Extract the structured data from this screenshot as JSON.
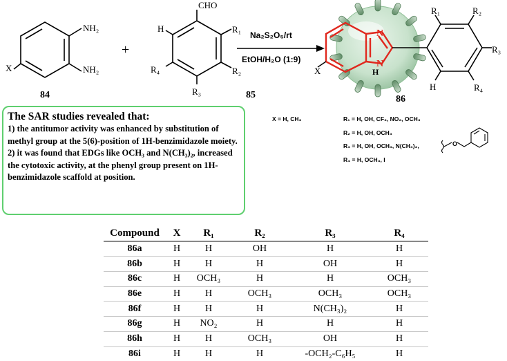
{
  "reaction": {
    "plus": "+",
    "reagent": "Na₂S₂O₅/rt",
    "solvent": "EtOH/H₂O (1:9)",
    "compound_labels": [
      "84",
      "85",
      "86"
    ],
    "sm1_labels": {
      "amine_top": "NH₂",
      "amine_bottom": "NH₂",
      "x": "X"
    },
    "sm2_labels": {
      "cho": "CHO",
      "h": "H",
      "r1": "R₁",
      "r2": "R₂",
      "r3": "R₃",
      "r4": "R₄"
    },
    "product_labels": {
      "n": "N",
      "nh": "N",
      "h_on_n": "H",
      "x": "X",
      "r1": "R₁",
      "r2": "R₂",
      "r3": "R₃",
      "r4": "R₄",
      "h": "H"
    }
  },
  "substituents": {
    "x": "X = H, CH₃",
    "r1": "R₁ = H, OH, CF₃, NO₂, OCH₃",
    "r2": "R₂ = H, OH, OCH₃",
    "r3": "R₃ = H, OH, OCH₃, N(CH₃)₂,",
    "r3_o": "O",
    "r4": "R₄ = H, OCH₃, I"
  },
  "sar": {
    "title": "The SAR studies revealed that:",
    "points": [
      "1) the antitumor activity was enhanced by substitution of methyl group at the 5(6)-position of 1H-benzimidazole moiety.",
      "2) it was found that EDGs like OCH₃ and N(CH₃)₂, increased the cytotoxic activity, at the phenyl group present on 1H-benzimidazole scaffold at position."
    ]
  },
  "table": {
    "headers": [
      "Compound",
      "X",
      "R₁",
      "R₂",
      "R₃",
      "R₄"
    ],
    "rows": [
      [
        "86a",
        "H",
        "H",
        "OH",
        "H",
        "H"
      ],
      [
        "86b",
        "H",
        "H",
        "H",
        "OH",
        "H"
      ],
      [
        "86c",
        "H",
        "OCH₃",
        "H",
        "H",
        "OCH₃"
      ],
      [
        "86e",
        "H",
        "H",
        "OCH₃",
        "OCH₃",
        "OCH₃"
      ],
      [
        "86f",
        "H",
        "H",
        "H",
        "N(CH₃)₂",
        "H"
      ],
      [
        "86g",
        "H",
        "NO₂",
        "H",
        "H",
        "H"
      ],
      [
        "86h",
        "H",
        "H",
        "OCH₃",
        "OH",
        "H"
      ],
      [
        "86i",
        "H",
        "H",
        "H",
        "-OCH₂-C₆H₅",
        "H"
      ]
    ]
  },
  "colors": {
    "highlight_red": "#e0281e",
    "box_green": "#5fcf6f",
    "capsule_green": "#6e9a74"
  }
}
